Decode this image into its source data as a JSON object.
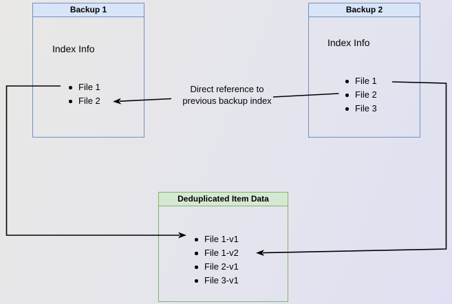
{
  "diagram": {
    "backup1": {
      "title": "Backup 1",
      "section_label": "Index Info",
      "files": [
        "File 1",
        "File 2"
      ]
    },
    "backup2": {
      "title": "Backup 2",
      "section_label": "Index Info",
      "files": [
        "File 1",
        "File 2",
        "File 3"
      ]
    },
    "dedup": {
      "title": "Deduplicated Item Data",
      "items": [
        "File 1-v1",
        "File 1-v2",
        "File 2-v1",
        "File 3-v1"
      ]
    },
    "annotation": {
      "line1": "Direct reference to",
      "line2": "previous backup index"
    },
    "colors": {
      "backup_header_fill": "#d8e5f8",
      "backup_border": "#6f90c1",
      "dedup_header_fill": "#d5e8d4",
      "dedup_border": "#82b366",
      "connector": "#000000",
      "background_start": "#e9e8e5",
      "background_end": "#dfe1f2"
    }
  }
}
